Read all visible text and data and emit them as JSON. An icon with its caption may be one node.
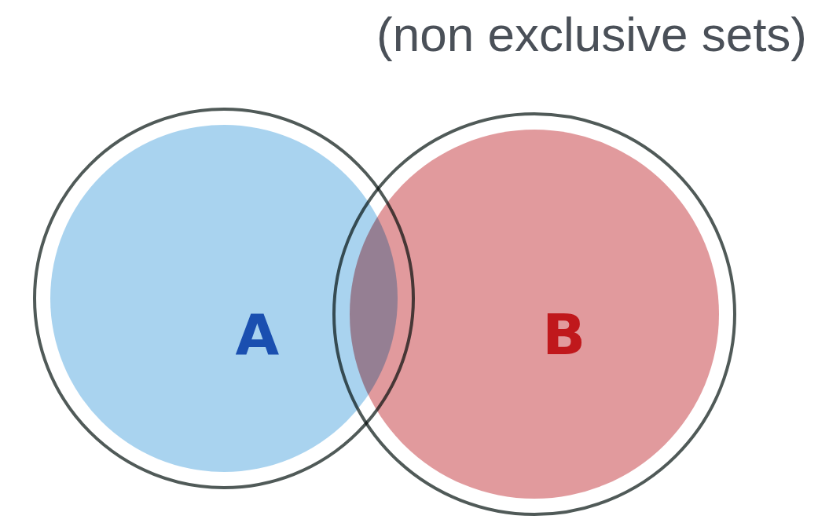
{
  "diagram": {
    "title": "(non exclusive sets)",
    "nodes": [
      {
        "text": [
          "A"
        ]
      },
      {
        "text": [
          "B"
        ]
      }
    ]
  }
}
